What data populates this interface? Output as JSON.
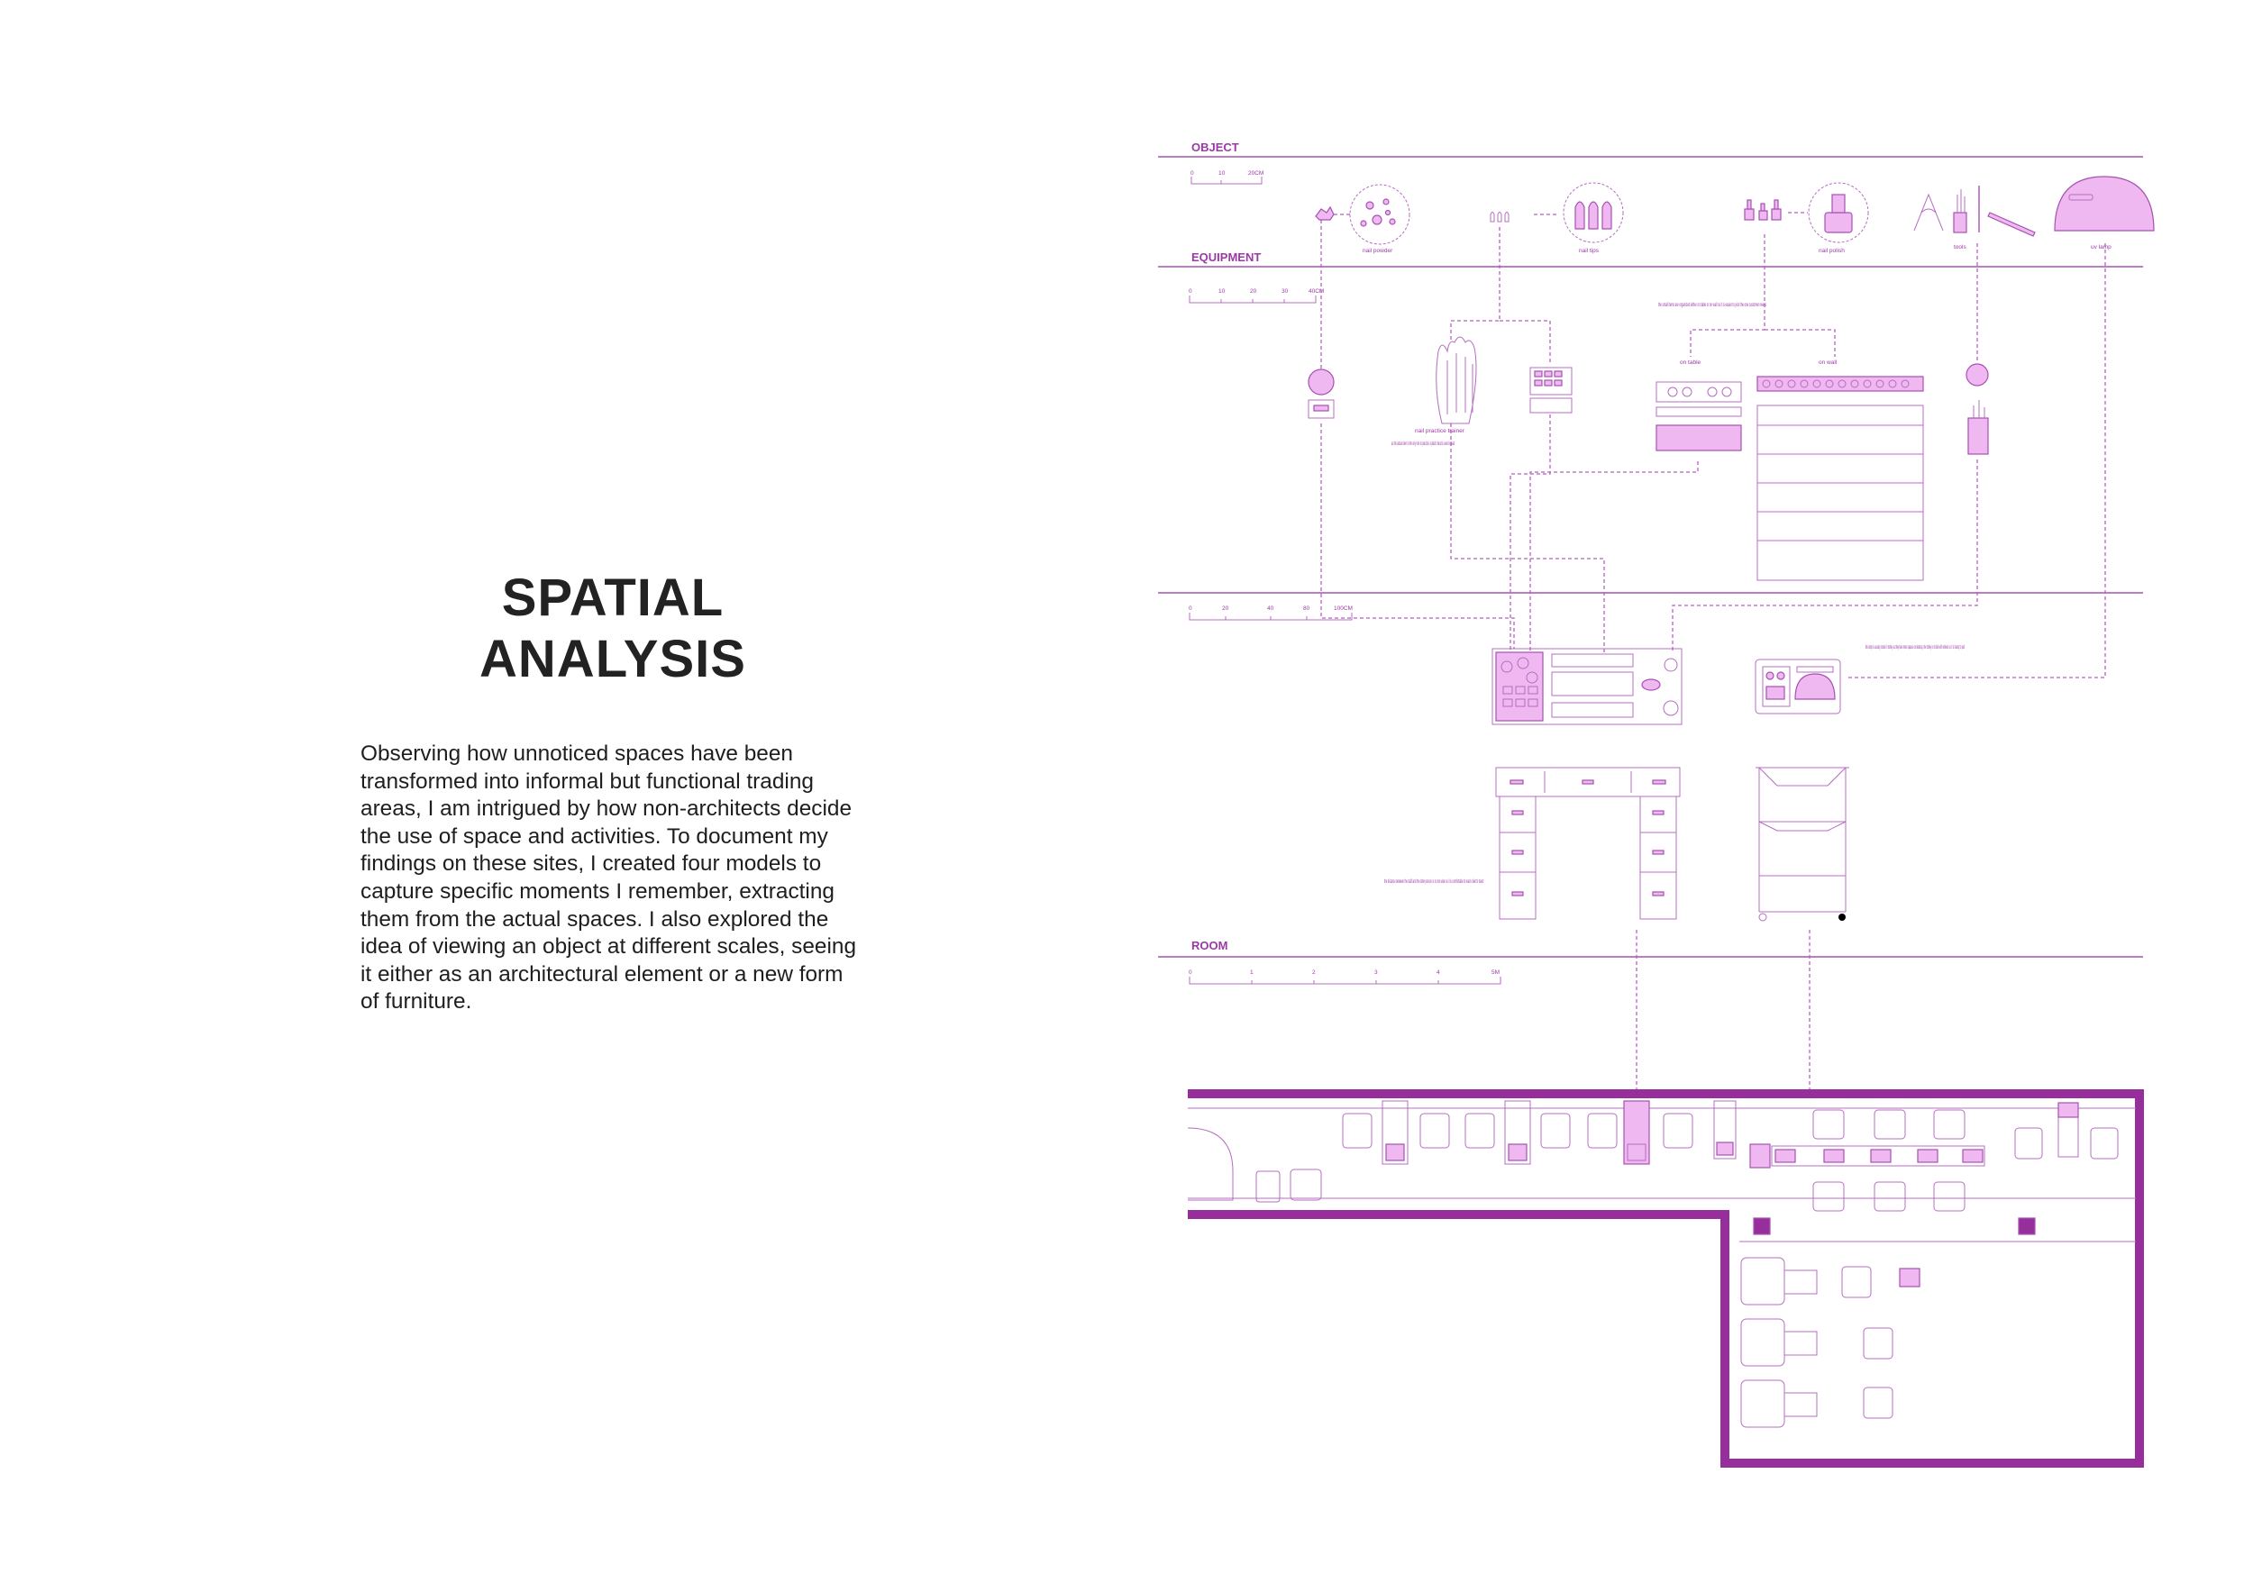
{
  "page": {
    "title_line1": "SPATIAL",
    "title_line2": "ANALYSIS",
    "body": "Observing how unnoticed spaces have been transformed into informal but functional trading areas, I am intrigued by how non-architects decide the use of space and activities. To document my findings on these sites, I created four models to capture specific moments I remember, extracting them from the actual spaces. I also explored the idea of viewing an object at different scales, seeing it either as an architectural element or a new form of furniture."
  },
  "diagram": {
    "colors": {
      "accent": "#a652b2",
      "wall": "#962f9c",
      "fill": "#f0b8f0"
    },
    "sections": {
      "object": "OBJECT",
      "equipment": "EQUIPMENT",
      "room": "ROOM"
    },
    "scales": {
      "object": [
        "0",
        "10",
        "20CM"
      ],
      "equipment": [
        "0",
        "10",
        "20",
        "30",
        "40CM"
      ],
      "furniture": [
        "0",
        "20",
        "40",
        "80",
        "100CM"
      ],
      "room": [
        "0",
        "1",
        "2",
        "3",
        "4",
        "5M"
      ]
    },
    "object_labels": {
      "nail_powder": "nail powder",
      "nail_tips": "nail tips",
      "nail_polish": "nail polish",
      "tools": "tools",
      "uv_lamp": "uv lamp"
    },
    "equipment_labels": {
      "nail_practice_trainer": "nail practice trainer",
      "on_table": "on table",
      "on_wall": "on wall"
    },
    "notes": {
      "small_items": "the small items are organized either on table or on wall so it is easier to pick the one customer needs",
      "trainer": "as the actual client is the only one to practice; a plastic hand is used instead",
      "lamp": "the lamp is usually stored in trolley as they take more spaces on desktop, the trolley is mobile with wheels so it is handy to pull",
      "distance": "the distance between the staff and the other person is no too wide so it is comfortable to reach client's hand"
    }
  }
}
